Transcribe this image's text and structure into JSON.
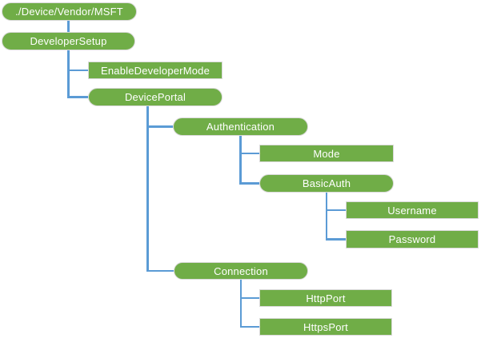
{
  "diagram": {
    "type": "tree",
    "colors": {
      "node_fill": "#70AD47",
      "node_border": "#D9D9D9",
      "connector": "#5B9BD5",
      "text": "#FFFFFF",
      "background": "#FFFFFF"
    },
    "nodes": [
      {
        "id": "root",
        "label": "./Device/Vendor/MSFT",
        "shape": "pill",
        "parent": null
      },
      {
        "id": "developer-setup",
        "label": "DeveloperSetup",
        "shape": "pill",
        "parent": "root"
      },
      {
        "id": "enable-developer-mode",
        "label": "EnableDeveloperMode",
        "shape": "rect",
        "parent": "developer-setup"
      },
      {
        "id": "device-portal",
        "label": "DevicePortal",
        "shape": "pill",
        "parent": "developer-setup"
      },
      {
        "id": "authentication",
        "label": "Authentication",
        "shape": "pill",
        "parent": "device-portal"
      },
      {
        "id": "mode",
        "label": "Mode",
        "shape": "rect",
        "parent": "authentication"
      },
      {
        "id": "basic-auth",
        "label": "BasicAuth",
        "shape": "pill",
        "parent": "authentication"
      },
      {
        "id": "username",
        "label": "Username",
        "shape": "rect",
        "parent": "basic-auth"
      },
      {
        "id": "password",
        "label": "Password",
        "shape": "rect",
        "parent": "basic-auth"
      },
      {
        "id": "connection",
        "label": "Connection",
        "shape": "pill",
        "parent": "device-portal"
      },
      {
        "id": "http-port",
        "label": "HttpPort",
        "shape": "rect",
        "parent": "connection"
      },
      {
        "id": "https-port",
        "label": "HttpsPort",
        "shape": "rect",
        "parent": "connection"
      }
    ]
  }
}
